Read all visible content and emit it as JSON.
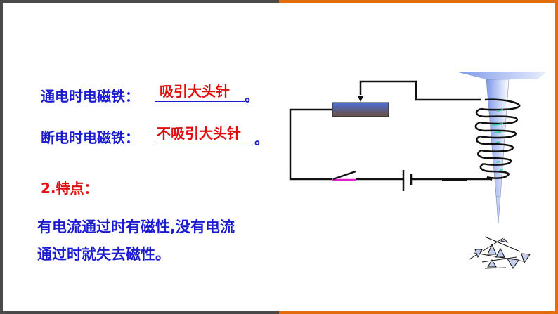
{
  "slide": {
    "frame_colors": {
      "left": "#4a4a4a",
      "right": "#e46c0a"
    }
  },
  "content": {
    "line1": {
      "label": "通电时电磁铁：",
      "answer": "吸引大头针",
      "end": "。"
    },
    "line2": {
      "label": "断电时电磁铁：",
      "answer": "不吸引大头针",
      "end": "。"
    },
    "section_heading": "2.特点：",
    "description_line1": "有电流通过时有磁性,没有电流",
    "description_line2": "通过时就失去磁性。"
  },
  "diagram": {
    "components": [
      "rheostat",
      "switch",
      "battery",
      "electromagnet-coil",
      "iron-nail-core",
      "pins-pile"
    ],
    "colors": {
      "wire": "#111111",
      "switch_blade_base": "#e020d0",
      "coil_marks": "#30d0a0",
      "rheostat_top": "#4a6fd6",
      "rheostat_bottom": "#6b5040",
      "nail": "#9fb4f0"
    }
  }
}
